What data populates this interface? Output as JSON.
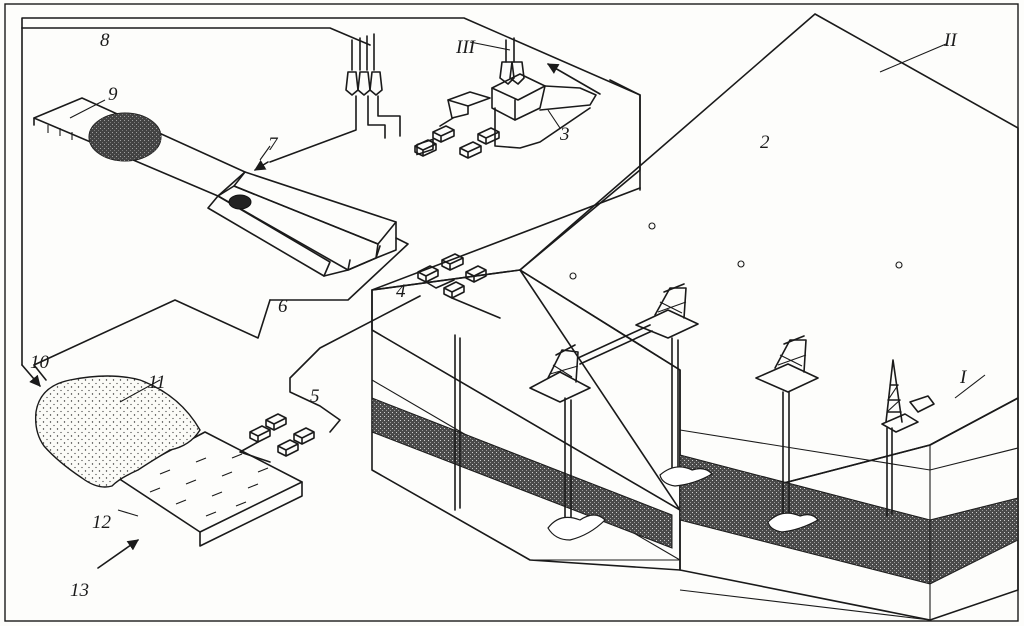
{
  "diagram": {
    "labels": {
      "l1": "I",
      "l2": "II",
      "l3": "III",
      "n2": "2",
      "n3": "3",
      "n4": "4",
      "n5": "5",
      "n6": "6",
      "n7": "7",
      "n8": "8",
      "n9": "9",
      "n10": "10",
      "n11": "11",
      "n12": "12",
      "n13": "13"
    }
  }
}
